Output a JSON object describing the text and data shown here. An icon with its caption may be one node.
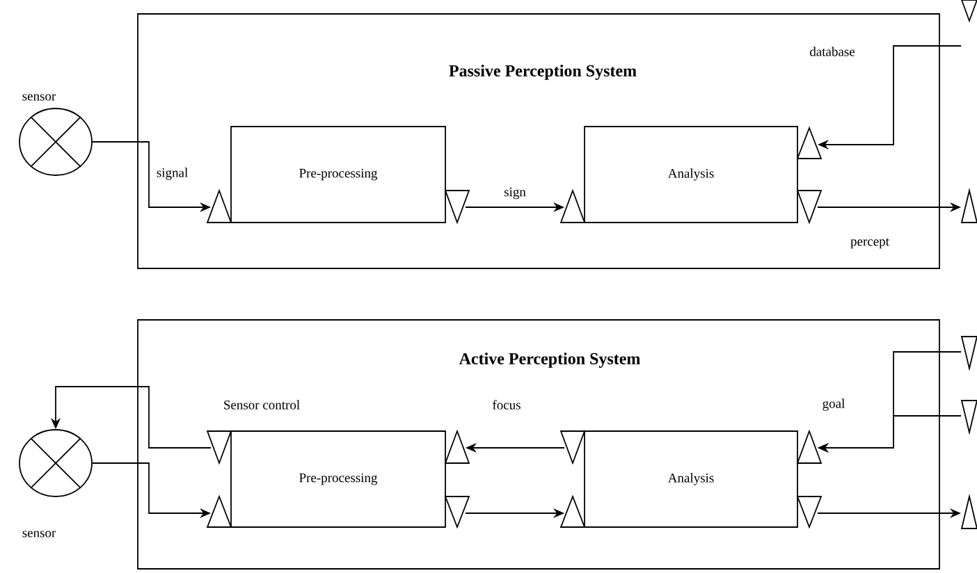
{
  "diagram": {
    "nodes": [
      {
        "text": [
          "Passive Perception System"
        ]
      },
      {
        "text": [
          "Pre-processing"
        ],
        "in": 0
      },
      {
        "text": [
          "Analysis"
        ],
        "in": 0
      },
      {
        "text": [],
        "shape": "circle",
        "beside": [
          "sensor"
        ]
      },
      {
        "text": [
          "Active Perception System"
        ]
      },
      {
        "text": [
          "Pre-processing"
        ],
        "in": 4
      },
      {
        "text": [
          "Analysis"
        ],
        "in": 4
      },
      {
        "text": [],
        "shape": "circle",
        "beside": [
          "sensor"
        ]
      },
      {
        "text": [],
        "shape": "triangle"
      },
      {
        "text": [],
        "shape": "triangle"
      },
      {
        "text": [],
        "shape": "triangle"
      },
      {
        "text": [],
        "shape": "triangle"
      },
      {
        "text": [],
        "shape": "triangle"
      }
    ],
    "edges": [
      {
        "from": 3,
        "to": 1,
        "arrow": "to",
        "label": "signal"
      },
      {
        "from": 1,
        "to": 2,
        "arrow": "to",
        "label": "sign"
      },
      {
        "from": 8,
        "to": 2,
        "arrow": "to",
        "label": "database"
      },
      {
        "from": 2,
        "to": 9,
        "arrow": "to",
        "label": "percept"
      },
      {
        "from": 5,
        "to": 7,
        "arrow": "to",
        "label": "Sensor control"
      },
      {
        "from": 7,
        "to": 5,
        "arrow": "to"
      },
      {
        "from": 6,
        "to": 5,
        "arrow": "to",
        "label": "focus"
      },
      {
        "from": 5,
        "to": 6,
        "arrow": "to"
      },
      {
        "from": 10,
        "to": 6,
        "arrow": "to",
        "label": "goal"
      },
      {
        "from": 11,
        "to": 6,
        "arrow": "to"
      },
      {
        "from": 6,
        "to": 12,
        "arrow": "to"
      }
    ]
  }
}
